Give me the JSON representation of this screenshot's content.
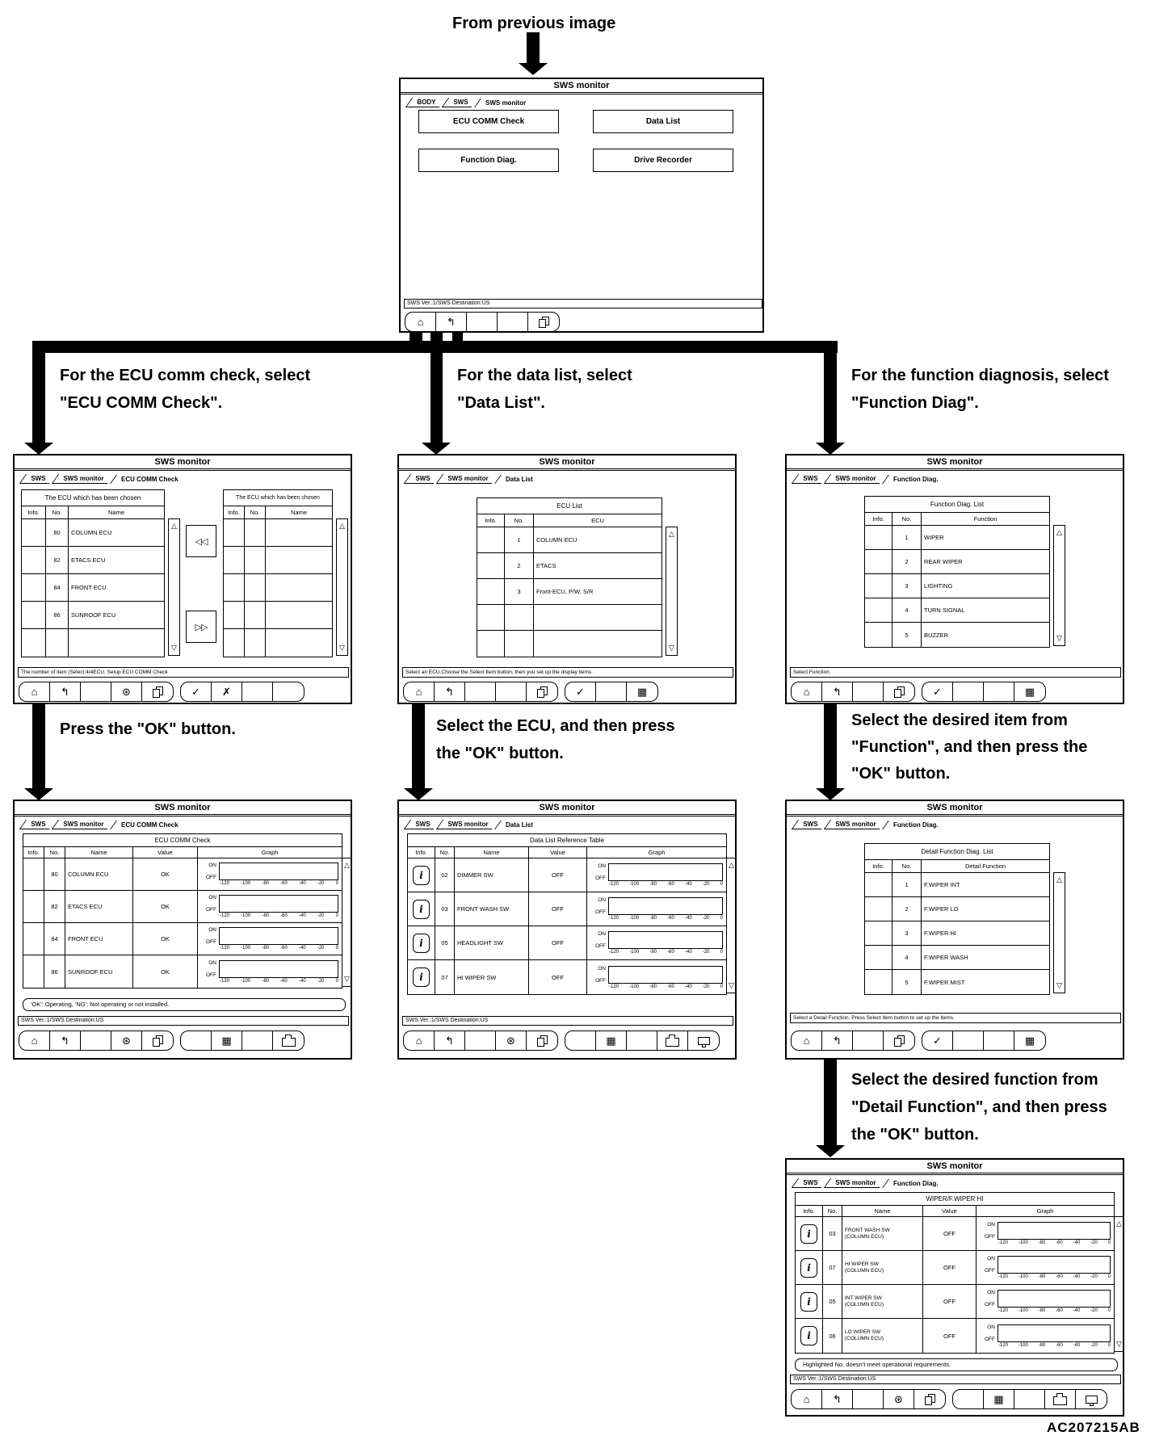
{
  "annotations": {
    "from_previous": "From previous image",
    "branch_left_1": "For the ECU comm check, select",
    "branch_left_2": "\"ECU COMM Check\".",
    "branch_center_1": "For the data list, select",
    "branch_center_2": "\"Data List\".",
    "branch_right_1": "For the function diagnosis, select",
    "branch_right_2": "\"Function Diag\".",
    "press_ok": "Press the \"OK\" button.",
    "select_ecu_1": "Select the ECU, and then press",
    "select_ecu_2": "the \"OK\" button.",
    "select_item_1": "Select the desired item from",
    "select_item_2": "\"Function\", and then press the",
    "select_item_3": "\"OK\" button.",
    "select_detail_1": "Select the desired function from",
    "select_detail_2": "\"Detail Function\", and then press",
    "select_detail_3": "the \"OK\" button.",
    "figure_code": "AC207215AB"
  },
  "shared": {
    "app_title": "SWS monitor",
    "status_text": "SWS Ver.:1/SWS Destination:US",
    "on": "ON",
    "off": "OFF",
    "graph_ticks": [
      "-120",
      "-100",
      "-80",
      "-60",
      "-40",
      "-20",
      "0"
    ],
    "icons": {
      "home": "⌂",
      "back": "↰",
      "globe": "⊛",
      "ok": "✓",
      "cancel": "✗",
      "grid": "▦",
      "up": "△",
      "down": "▽",
      "prev": "◁◁",
      "next": "▷▷",
      "info": "i"
    }
  },
  "menu": {
    "tabs": [
      "BODY",
      "SWS",
      "SWS monitor"
    ],
    "buttons": [
      "ECU COMM Check",
      "Data List",
      "Function Diag.",
      "Drive Recorder"
    ]
  },
  "ecu_select": {
    "tabs": [
      "SWS",
      "SWS monitor",
      "ECU COMM Check"
    ],
    "caption": "The ECU which has been chosen",
    "cols": {
      "info": "Info.",
      "no": "No.",
      "name": "Name"
    },
    "rows": [
      {
        "no": "80",
        "name": "COLUMN ECU"
      },
      {
        "no": "82",
        "name": "ETACS ECU"
      },
      {
        "no": "84",
        "name": "FRONT ECU"
      },
      {
        "no": "86",
        "name": "SUNROOF ECU"
      }
    ],
    "message": "The number of item (Select:4/4ECU, Setup ECU COMM Check"
  },
  "data_list_select": {
    "tabs": [
      "SWS",
      "SWS monitor",
      "Data List"
    ],
    "caption": "ECU List",
    "cols": {
      "info": "Info.",
      "no": "No.",
      "ecu": "ECU"
    },
    "rows": [
      {
        "no": "1",
        "name": "COLUMN ECU"
      },
      {
        "no": "2",
        "name": "ETACS"
      },
      {
        "no": "3",
        "name": "Front-ECU, P/W, S/R"
      }
    ],
    "message": "Select an ECU.Choose the Select Item button, then you set up the display items."
  },
  "function_select": {
    "tabs": [
      "SWS",
      "SWS monitor",
      "Function Diag."
    ],
    "caption": "Function Diag. List",
    "cols": {
      "info": "Info.",
      "no": "No.",
      "function": "Function"
    },
    "rows": [
      {
        "no": "1",
        "name": "WIPER"
      },
      {
        "no": "2",
        "name": "REAR WIPER"
      },
      {
        "no": "3",
        "name": "LIGHTING"
      },
      {
        "no": "4",
        "name": "TURN SIGNAL"
      },
      {
        "no": "5",
        "name": "BUZZER"
      }
    ],
    "message": "Select Function."
  },
  "ecu_result": {
    "tabs": [
      "SWS",
      "SWS monitor",
      "ECU COMM Check"
    ],
    "caption": "ECU COMM Check",
    "cols": {
      "info": "Info.",
      "no": "No.",
      "name": "Name",
      "value": "Value",
      "graph": "Graph"
    },
    "rows": [
      {
        "no": "80",
        "name": "COLUMN ECU",
        "value": "OK"
      },
      {
        "no": "82",
        "name": "ETACS ECU",
        "value": "OK"
      },
      {
        "no": "84",
        "name": "FRONT ECU",
        "value": "OK"
      },
      {
        "no": "86",
        "name": "SUNROOF ECU",
        "value": "OK"
      }
    ],
    "note": "'OK': Operating, 'NG': Not operating or not installed."
  },
  "data_list_table": {
    "tabs": [
      "SWS",
      "SWS monitor",
      "Data List"
    ],
    "caption": "Data List Reference Table",
    "cols": {
      "info": "Info.",
      "no": "No.",
      "name": "Name",
      "value": "Value",
      "graph": "Graph"
    },
    "rows": [
      {
        "no": "02",
        "name": "DIMMER SW",
        "value": "OFF"
      },
      {
        "no": "03",
        "name": "FRONT WASH SW",
        "value": "OFF"
      },
      {
        "no": "05",
        "name": "HEADLIGHT SW",
        "value": "OFF"
      },
      {
        "no": "07",
        "name": "HI WIPER SW",
        "value": "OFF"
      }
    ]
  },
  "detail_function": {
    "tabs": [
      "SWS",
      "SWS monitor",
      "Function Diag."
    ],
    "caption": "Detail Function Diag. List",
    "cols": {
      "info": "Info.",
      "no": "No.",
      "detail": "Detail Function"
    },
    "rows": [
      {
        "no": "1",
        "name": "F.WIPER INT"
      },
      {
        "no": "2",
        "name": "F.WIPER LO"
      },
      {
        "no": "3",
        "name": "F.WIPER HI"
      },
      {
        "no": "4",
        "name": "F.WIPER WASH"
      },
      {
        "no": "5",
        "name": "F.WIPER MIST"
      }
    ],
    "message": "Select a Detail Function. Press Select Item button to set up the items."
  },
  "wiper_hi": {
    "tabs": [
      "SWS",
      "SWS monitor",
      "Function Diag."
    ],
    "caption": "WIPER/F.WIPER HI",
    "cols": {
      "info": "Info.",
      "no": "No.",
      "name": "Name",
      "value": "Value",
      "graph": "Graph"
    },
    "rows": [
      {
        "no": "03",
        "name": "FRONT WASH SW",
        "sub": "(COLUMN ECU)",
        "value": "OFF"
      },
      {
        "no": "07",
        "name": "HI WIPER SW",
        "sub": "(COLUMN ECU)",
        "value": "OFF"
      },
      {
        "no": "05",
        "name": "INT WIPER SW",
        "sub": "(COLUMN ECU)",
        "value": "OFF"
      },
      {
        "no": "06",
        "name": "LO WIPER SW",
        "sub": "(COLUMN ECU)",
        "value": "OFF"
      }
    ],
    "note": "Highlighted No. doesn't meet operational requirements."
  }
}
